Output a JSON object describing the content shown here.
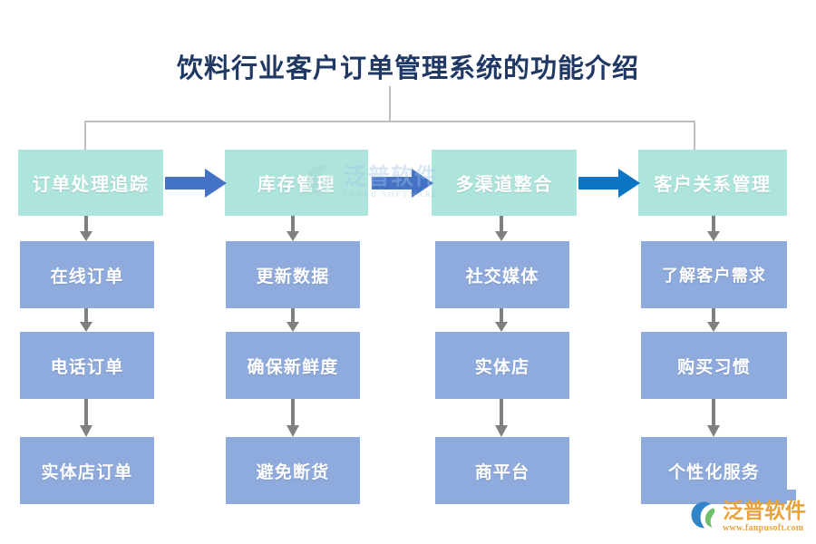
{
  "title": "饮料行业客户订单管理系统的功能介绍",
  "colors": {
    "title": "#1F3864",
    "top_box": "#ADE4DC",
    "sub_box": "#8FAADC",
    "connector": "#BFBFBF",
    "arrow_blue": "#4472C4",
    "arrow_bright_blue": "#0A75C2",
    "arrow_gray": "#808080",
    "logo_orange": "#E8A33D"
  },
  "columns": [
    {
      "id": "order-processing",
      "header": "订单处理追踪",
      "items": [
        "在线订单",
        "电话订单",
        "实体店订单"
      ]
    },
    {
      "id": "inventory-management",
      "header": "库存管理",
      "items": [
        "更新数据",
        "确保新鲜度",
        "避免断货"
      ]
    },
    {
      "id": "multichannel-integration",
      "header": "多渠道整合",
      "items": [
        "社交媒体",
        "实体店",
        "商平台"
      ]
    },
    {
      "id": "customer-relationship",
      "header": "客户关系管理",
      "items": [
        "了解客户需求",
        "购买习惯",
        "个性化服务"
      ]
    }
  ],
  "arrows": {
    "between_1_2": "right-arrow",
    "between_2_3": "right-arrow",
    "between_3_4": "right-arrow-bright"
  },
  "watermark": {
    "cn": "泛普软件",
    "en": "FANPU SOFTWARE"
  },
  "logo": {
    "cn": "泛普软件",
    "url": "www.fanpusoft.com"
  }
}
